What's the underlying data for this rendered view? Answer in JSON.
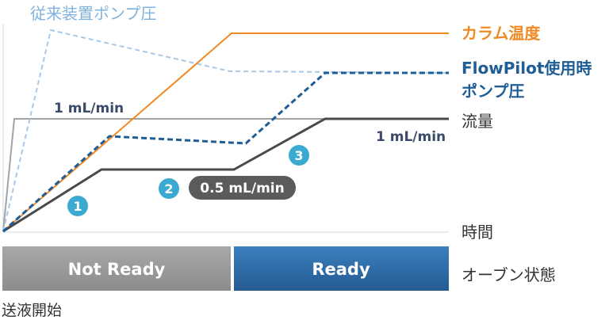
{
  "labels": {
    "conventional_pump_pressure": "従来装置ポンプ圧",
    "column_temperature": "カラム温度",
    "flowpilot_line1": "FlowPilot使用時",
    "flowpilot_line2": "ポンプ圧",
    "flow_rate": "流量",
    "time": "時間",
    "oven_state": "オーブン状態",
    "delivery_start": "送液開始",
    "flow_left": "1 mL/min",
    "flow_right": "1 mL/min",
    "flow_half": "0.5 mL/min"
  },
  "status_bar": {
    "not_ready": "Not Ready",
    "ready": "Ready"
  },
  "steps": [
    "1",
    "2",
    "3"
  ],
  "colors": {
    "conventional": "#a9c9e8",
    "temperature": "#f08a24",
    "flowpilot": "#1f5d96",
    "flow": "#4a4a4a",
    "flow_reference": "#999999",
    "step_badge": "#3aaad0",
    "not_ready_bg": "#9b9b9b",
    "ready_bg": "#2f6ea8",
    "half_badge_bg": "#5b5b5b"
  }
}
